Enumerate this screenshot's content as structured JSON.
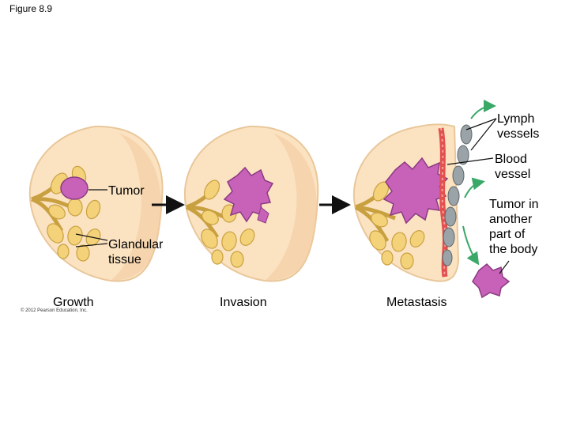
{
  "figure": {
    "title": "Figure 8.9"
  },
  "labels": {
    "lymph_vessels": "Lymph\nvessels",
    "blood_vessel": "Blood\nvessel",
    "tumor": "Tumor",
    "tumor_other_part": "Tumor in\nanother\npart of\nthe body",
    "glandular_tissue": "Glandular\ntissue"
  },
  "stages": [
    "Growth",
    "Invasion",
    "Metastasis"
  ],
  "copyright": "© 2012 Pearson Education, Inc.",
  "colors": {
    "breast_fill": "#fbe3c2",
    "breast_outline": "#e9c79a",
    "gland_fill": "#f3d27a",
    "gland_outline": "#c9a040",
    "tumor_fill": "#c862b8",
    "tumor_outline": "#8c3a83",
    "blood_vessel": "#e2504f",
    "lymph_vessel": "#9aa3a8",
    "arrow_green": "#3aa867",
    "arrow_black": "#111111"
  }
}
